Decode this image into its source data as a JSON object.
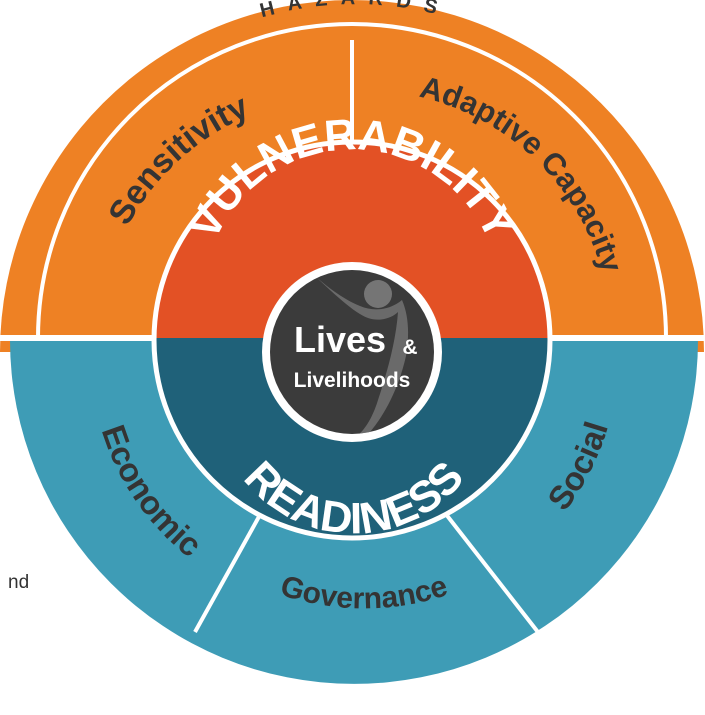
{
  "outer_ring": {
    "label": "HAZARDS",
    "segments": {
      "sensitivity": "Sensitivity",
      "adaptive_capacity": "Adaptive Capacity",
      "economic": "Economic",
      "governance": "Governance",
      "social": "Social"
    }
  },
  "middle_ring": {
    "vulnerability": "VULNERABILITY",
    "readiness": "READINESS"
  },
  "center": {
    "line1": "Lives",
    "amp": "&",
    "line2": "Livelihoods"
  },
  "side_text": "nd",
  "colors": {
    "orange_outer": "#EE8124",
    "orange_inner": "#E35125",
    "blue_outer": "#3E9CB6",
    "blue_inner": "#1F6179",
    "center_dark": "#3B3B3B",
    "label_dark": "#343434",
    "label_light": "#FFFFFF",
    "divider": "#FFFFFF"
  }
}
